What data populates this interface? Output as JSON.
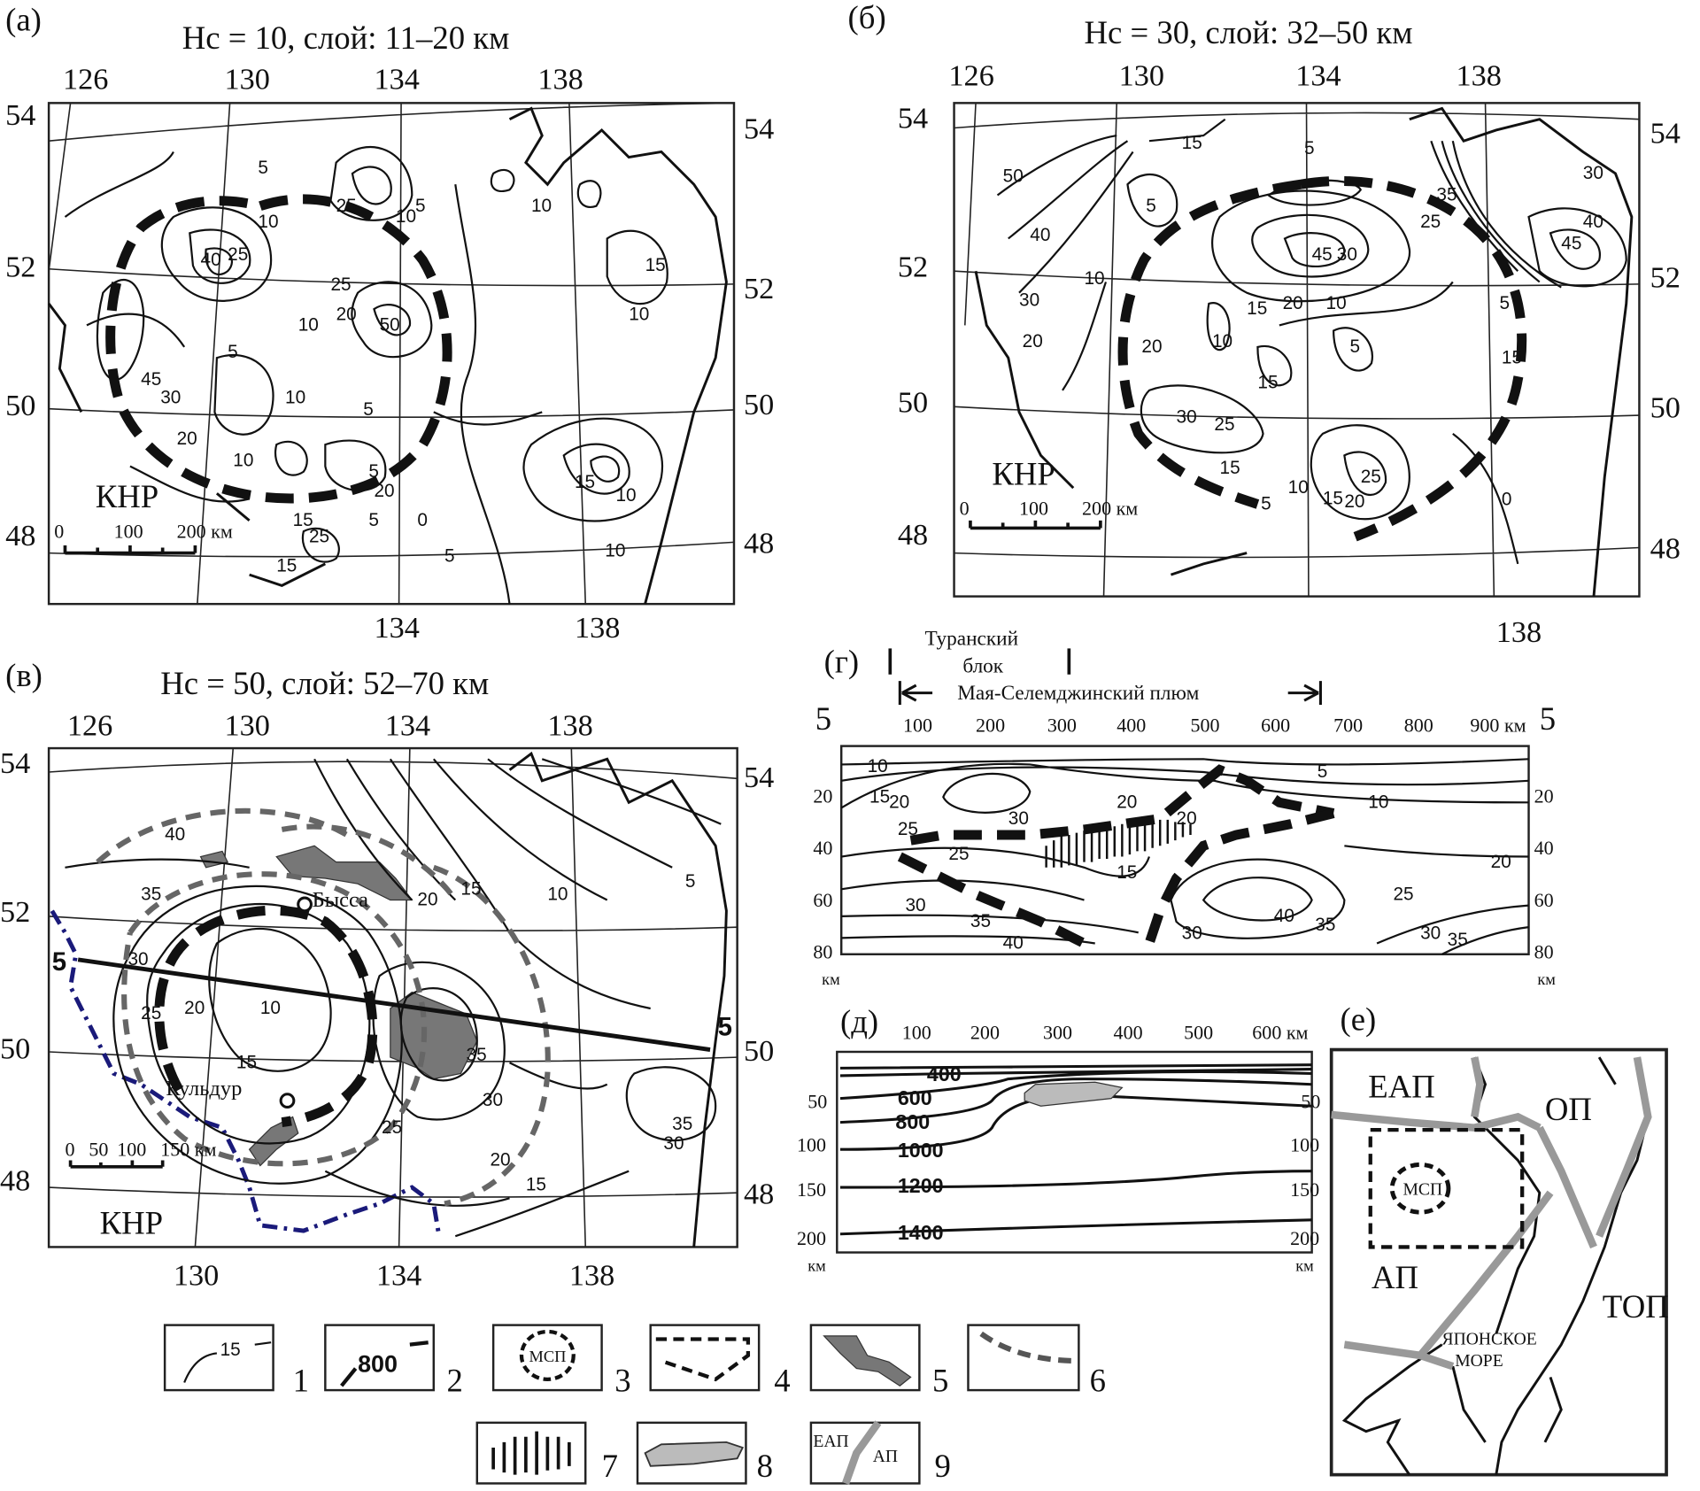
{
  "panel_a": {
    "label": "(а)",
    "title": "Нс = 10, слой: 11–20 км",
    "top_ticks": [
      "126",
      "130",
      "134",
      "138"
    ],
    "bottom_ticks": [
      "134",
      "138"
    ],
    "left_ticks": [
      "54",
      "52",
      "50",
      "48"
    ],
    "right_ticks": [
      "54",
      "52",
      "50",
      "48"
    ],
    "country": "КНР",
    "scale": [
      "0",
      "100",
      "200 км"
    ],
    "contour_labels": [
      "5",
      "10",
      "25",
      "40",
      "25",
      "10",
      "5",
      "25",
      "20",
      "10",
      "50",
      "5",
      "45",
      "30",
      "20",
      "10",
      "5",
      "10",
      "5",
      "20",
      "15",
      "25",
      "15",
      "5",
      "0",
      "5",
      "10",
      "15",
      "10",
      "15",
      "10",
      "10"
    ]
  },
  "panel_b": {
    "label": "(б)",
    "title": "Нс = 30, слой: 32–50 км",
    "top_ticks": [
      "126",
      "130",
      "134",
      "138"
    ],
    "bottom_ticks": [
      "138"
    ],
    "left_ticks": [
      "54",
      "52",
      "50",
      "48"
    ],
    "right_ticks": [
      "54",
      "52",
      "50",
      "48"
    ],
    "country": "КНР",
    "scale": [
      "0",
      "100",
      "200 км"
    ],
    "contour_labels": [
      "50",
      "15",
      "5",
      "5",
      "40",
      "30",
      "10",
      "20",
      "45",
      "30",
      "15",
      "20",
      "10",
      "25",
      "35",
      "30",
      "45",
      "40",
      "5",
      "15",
      "10",
      "15",
      "5",
      "20",
      "30",
      "25",
      "15",
      "5",
      "10",
      "25",
      "15",
      "20",
      "0"
    ]
  },
  "panel_v": {
    "label": "(в)",
    "title": "Нс = 50, слой: 52–70 км",
    "top_ticks": [
      "126",
      "130",
      "134",
      "138"
    ],
    "bottom_ticks": [
      "130",
      "134",
      "138"
    ],
    "left_ticks": [
      "54",
      "52",
      "50",
      "48"
    ],
    "right_ticks": [
      "54",
      "50",
      "48"
    ],
    "country": "КНР",
    "scale": [
      "0",
      "50",
      "100",
      "150 км"
    ],
    "places": [
      "Бысса",
      "Кульдур"
    ],
    "profile_marks": [
      "5",
      "5"
    ],
    "contour_labels": [
      "40",
      "35",
      "30",
      "25",
      "20",
      "10",
      "15",
      "20",
      "15",
      "10",
      "5",
      "35",
      "30",
      "25",
      "20",
      "15",
      "35",
      "30"
    ]
  },
  "panel_g": {
    "label": "(г)",
    "block_label": [
      "Туранский",
      "блок"
    ],
    "plume_label": "Мая-Селемджинский плюм",
    "profile_marks": [
      "5",
      "5"
    ],
    "distance_ticks": [
      "100",
      "200",
      "300",
      "400",
      "500",
      "600",
      "700",
      "800",
      "900 км"
    ],
    "depth_ticks": [
      "20",
      "40",
      "60",
      "80"
    ],
    "depth_unit": "км",
    "contour_labels": [
      "10",
      "15",
      "20",
      "25",
      "30",
      "25",
      "30",
      "35",
      "40",
      "20",
      "15",
      "20",
      "5",
      "10",
      "20",
      "25",
      "40",
      "35",
      "30",
      "35",
      "30"
    ]
  },
  "panel_d": {
    "label": "(д)",
    "distance_ticks": [
      "100",
      "200",
      "300",
      "400",
      "500",
      "600 км"
    ],
    "depth_ticks": [
      "50",
      "100",
      "150",
      "200"
    ],
    "depth_unit": "км",
    "contour_labels": [
      "400",
      "600",
      "800",
      "1000",
      "1200",
      "1400"
    ]
  },
  "panel_e": {
    "label": "(е)",
    "plates": [
      "ЕАП",
      "ОП",
      "АП",
      "ТОП"
    ],
    "plume": "МСП",
    "sea": [
      "ЯПОНСКОЕ",
      "МОРЕ"
    ]
  },
  "legend": {
    "items": [
      {
        "num": "1",
        "sample": "15"
      },
      {
        "num": "2",
        "sample": "800"
      },
      {
        "num": "3",
        "sample": "МСП"
      },
      {
        "num": "4"
      },
      {
        "num": "5"
      },
      {
        "num": "6"
      },
      {
        "num": "7"
      },
      {
        "num": "8"
      },
      {
        "num": "9",
        "sample": "ЕАП",
        "sample2": "АП"
      }
    ]
  },
  "colors": {
    "plume": "#111111",
    "anomaly_fill": "#777777",
    "border": "#1a1a7a",
    "gray_line": "#888888"
  }
}
